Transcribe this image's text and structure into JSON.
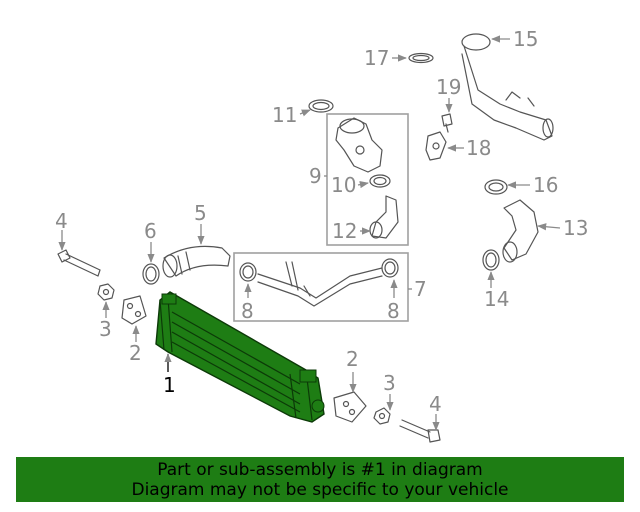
{
  "callouts": {
    "c1": "1",
    "c2a": "2",
    "c2b": "2",
    "c3a": "3",
    "c3b": "3",
    "c4a": "4",
    "c4b": "4",
    "c5": "5",
    "c6": "6",
    "c7": "7",
    "c8a": "8",
    "c8b": "8",
    "c9": "9",
    "c10": "10",
    "c11": "11",
    "c12": "12",
    "c13": "13",
    "c14": "14",
    "c15": "15",
    "c16": "16",
    "c17": "17",
    "c18": "18",
    "c19": "19"
  },
  "banner": {
    "line1": "Part or sub-assembly is #1 in diagram",
    "line2": "Diagram may not be specific to your vehicle"
  },
  "colors": {
    "highlight_part": "#1e7d14",
    "banner": "#1e7d14",
    "callout": "#8a8a8a",
    "outline": "#555555"
  }
}
